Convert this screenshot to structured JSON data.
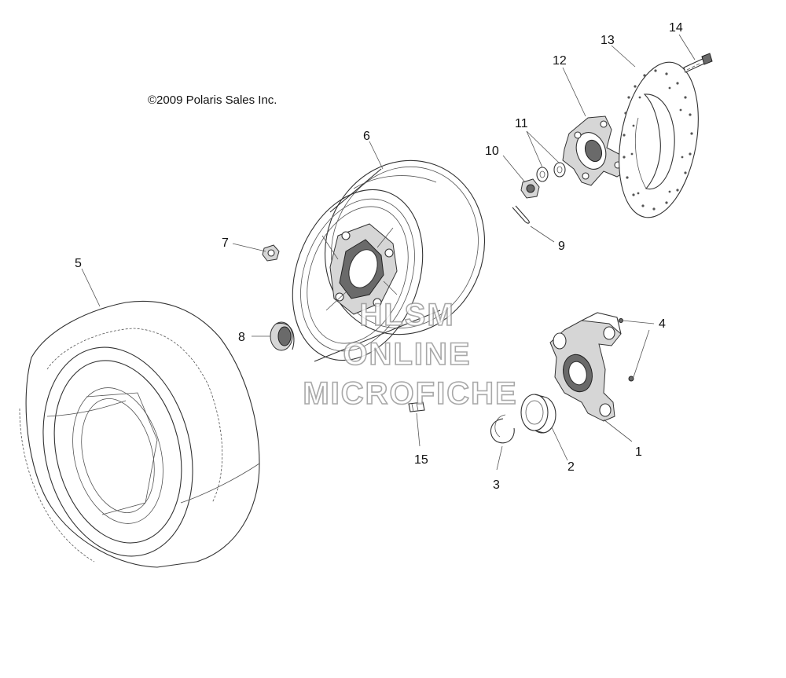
{
  "copyright": "©2009 Polaris Sales Inc.",
  "watermark": {
    "line1": "HLSM",
    "line2": "ONLINE",
    "line3": "MICROFICHE"
  },
  "callouts": [
    "1",
    "2",
    "3",
    "4",
    "5",
    "6",
    "7",
    "8",
    "9",
    "10",
    "11",
    "12",
    "13",
    "14",
    "15"
  ]
}
